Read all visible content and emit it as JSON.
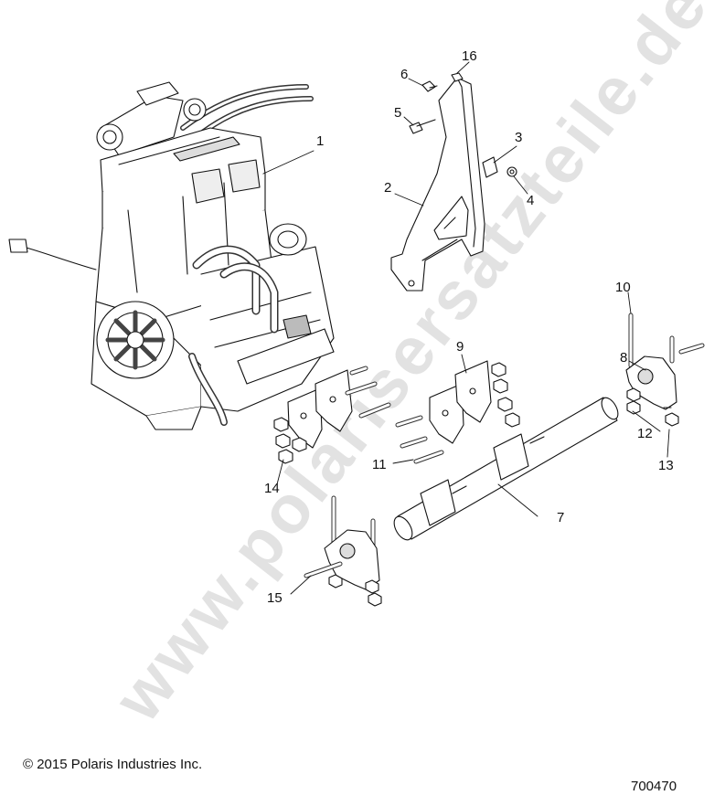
{
  "callouts": {
    "c1": "1",
    "c2": "2",
    "c3": "3",
    "c4": "4",
    "c5": "5",
    "c6": "6",
    "c7": "7",
    "c8": "8",
    "c9": "9",
    "c10": "10",
    "c11": "11",
    "c12": "12",
    "c13": "13",
    "c14": "14",
    "c15": "15",
    "c16": "16"
  },
  "footer": {
    "copyright": "© 2015 Polaris Industries Inc.",
    "doc_number": "700470"
  },
  "watermark": "www.polarisersatzteile.de",
  "colors": {
    "line": "#111111",
    "part_fill": "#ffffff",
    "shade": "#cfcfcf",
    "watermark": "#969696"
  }
}
